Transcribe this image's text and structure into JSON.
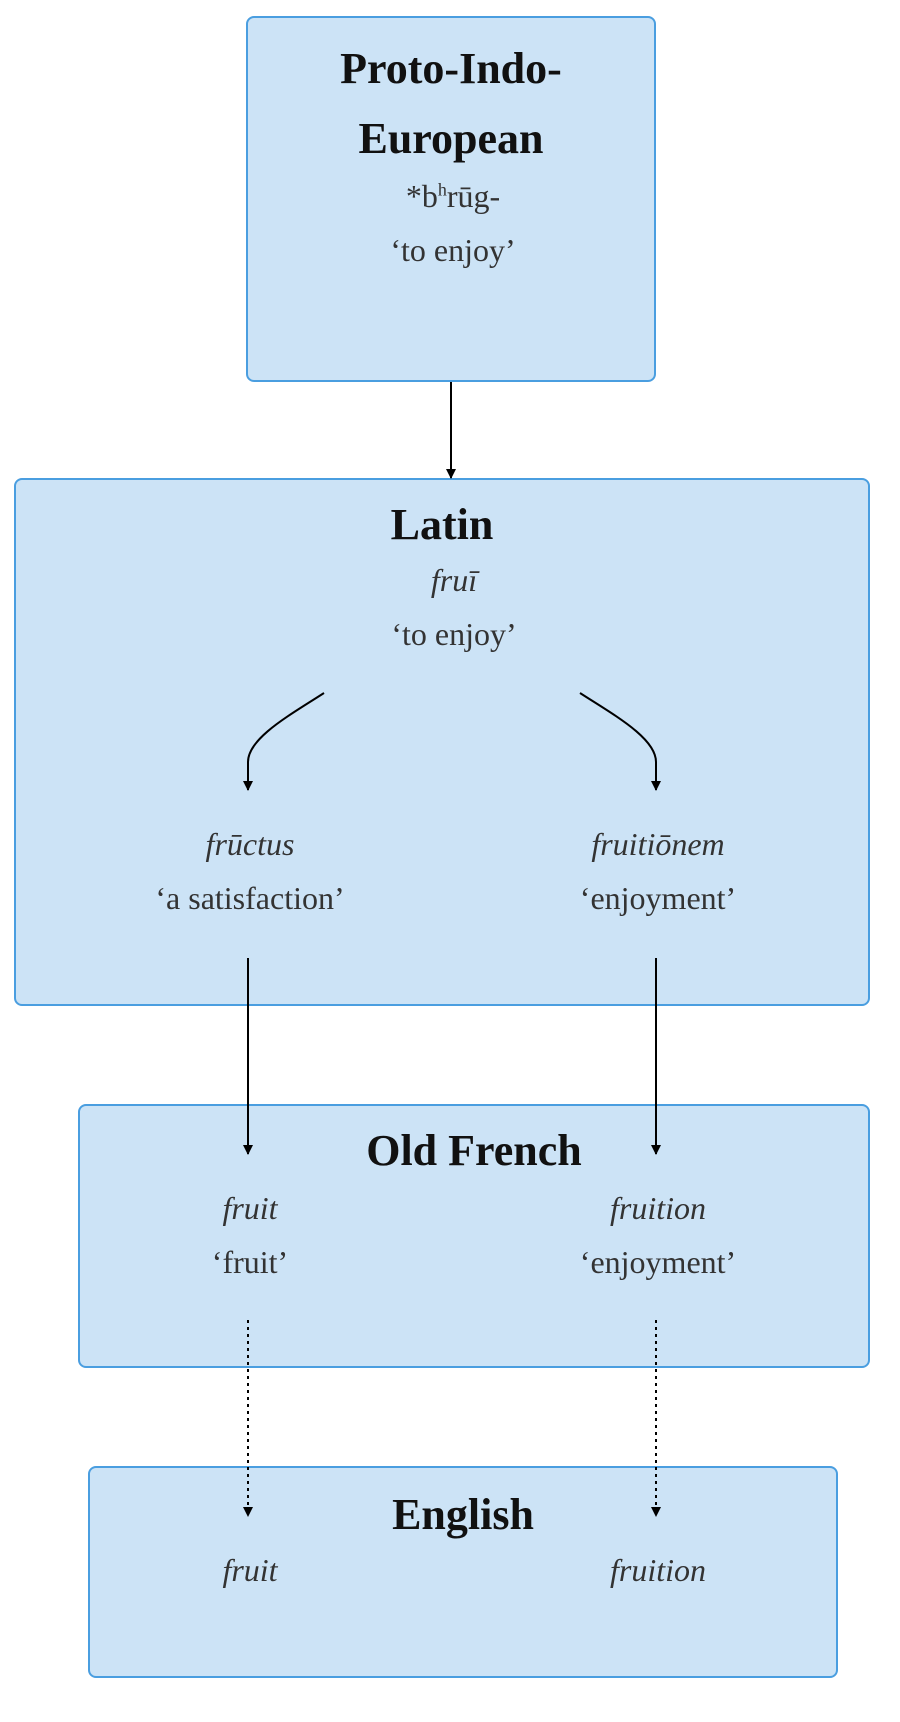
{
  "pie": {
    "title_line1": "Proto-Indo-",
    "title_line2": "European",
    "root_prefix": "*b",
    "root_sup": "h",
    "root_suffix": "rūg-",
    "gloss": "‘to enjoy’"
  },
  "latin": {
    "title": "Latin",
    "word": "fruī",
    "gloss": "‘to enjoy’",
    "left_word": "frūctus",
    "left_gloss": "‘a satisfaction’",
    "right_word": "fruitiōnem",
    "right_gloss": "‘enjoyment’"
  },
  "old_french": {
    "title": "Old French",
    "left_word": "fruit",
    "left_gloss": "‘fruit’",
    "right_word": "fruition",
    "right_gloss": "‘enjoyment’"
  },
  "english": {
    "title": "English",
    "left_word": "fruit",
    "right_word": "fruition"
  },
  "colors": {
    "box_fill": "#cce3f6",
    "box_border": "#4a9ee0",
    "arrow": "#000000"
  }
}
